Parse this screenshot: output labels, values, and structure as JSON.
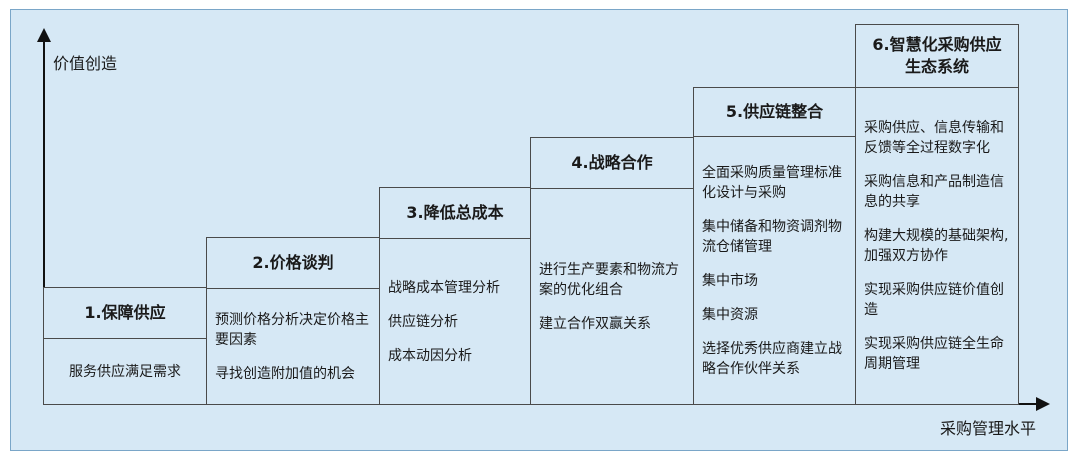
{
  "axes": {
    "y_label": "价值创造",
    "x_label": "采购管理水平"
  },
  "stages": [
    {
      "title": "1.保障供应",
      "items": [
        "服务供应满足需求"
      ]
    },
    {
      "title": "2.价格谈判",
      "items": [
        "预测价格分析决定价格主要因素",
        "寻找创造附加值的机会"
      ]
    },
    {
      "title": "3.降低总成本",
      "items": [
        "战略成本管理分析",
        "供应链分析",
        "成本动因分析"
      ]
    },
    {
      "title": "4.战略合作",
      "items": [
        "进行生产要素和物流方案的优化组合",
        "建立合作双赢关系"
      ]
    },
    {
      "title": "5.供应链整合",
      "items": [
        "全面采购质量管理标准化设计与采购",
        "集中储备和物资调剂物流仓储管理",
        "集中市场",
        "集中资源",
        "选择优秀供应商建立战略合作伙伴关系"
      ]
    },
    {
      "title_line1": "6.智慧化采购供应",
      "title_line2": "生态系统",
      "items": [
        "采购供应、信息传输和反馈等全过程数字化",
        "采购信息和产品制造信息的共享",
        "构建大规模的基础架构,加强双方协作",
        "实现采购供应链价值创造",
        "实现采购供应链全生命周期管理"
      ]
    }
  ]
}
